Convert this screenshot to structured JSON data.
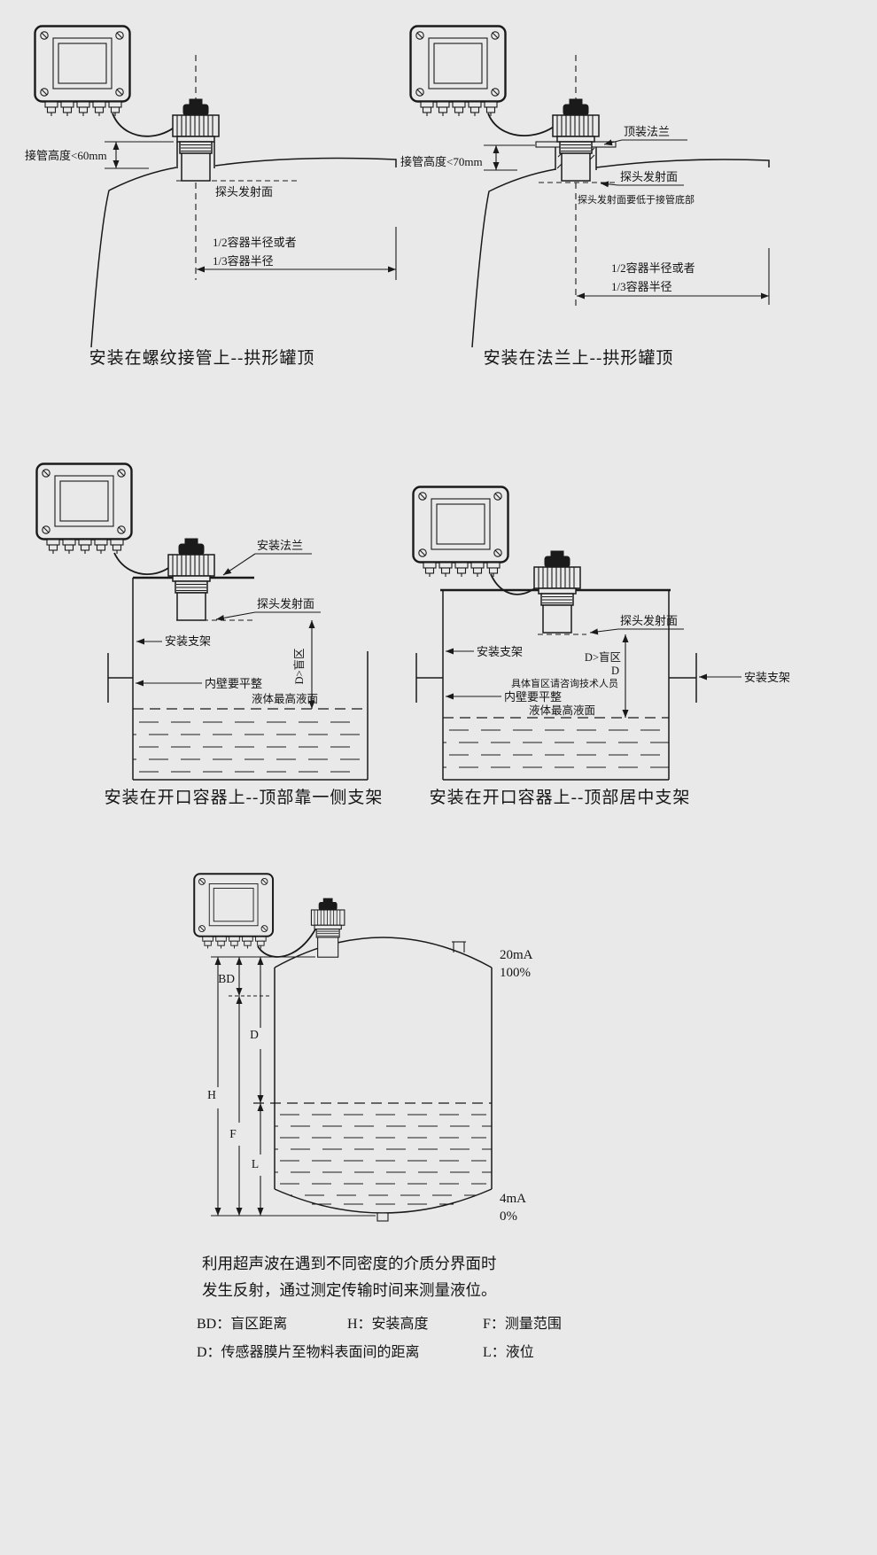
{
  "colors": {
    "background": "#e9e9e9",
    "ink": "#1a1a1a"
  },
  "diagrams": {
    "d1": {
      "pipe_height": "接管高度<60mm",
      "probe_face": "探头发射面",
      "radius1": "1/2容器半径或者",
      "radius2": "1/3容器半径",
      "caption": "安装在螺纹接管上--拱形罐顶"
    },
    "d2": {
      "pipe_height": "接管高度<70mm",
      "top_flange": "顶装法兰",
      "probe_face": "探头发射面",
      "probe_note": "探头发射面要低于接管底部",
      "radius1": "1/2容器半径或者",
      "radius2": "1/3容器半径",
      "caption": "安装在法兰上--拱形罐顶"
    },
    "d3": {
      "mount_flange": "安装法兰",
      "probe_face": "探头发射面",
      "bracket": "安装支架",
      "wall_note": "内壁要平整",
      "max_level": "液体最高液面",
      "blind": "D>盲区",
      "caption": "安装在开口容器上--顶部靠一侧支架"
    },
    "d4": {
      "bracket_left": "安装支架",
      "wall_note": "内壁要平整",
      "max_level": "液体最高液面",
      "probe_face": "探头发射面",
      "blind": "D>盲区",
      "d_mark": "D",
      "blind_note": "具体盲区请咨询技术人员",
      "bracket_right": "安装支架",
      "caption": "安装在开口容器上--顶部居中支架"
    },
    "d5": {
      "marks": {
        "bd": "BD",
        "d": "D",
        "h": "H",
        "f": "F",
        "l": "L"
      },
      "signal": {
        "top_ma": "20mA",
        "top_pct": "100%",
        "bottom_ma": "4mA",
        "bottom_pct": "0%"
      },
      "note1": "利用超声波在遇到不同密度的介质分界面时",
      "note2": "发生反射，通过测定传输时间来测量液位。",
      "legend": {
        "bd": "BD：盲区距离",
        "h": "H：安装高度",
        "f": "F：测量范围",
        "d": "D：传感器膜片至物料表面间的距离",
        "l": "L：液位"
      }
    }
  }
}
